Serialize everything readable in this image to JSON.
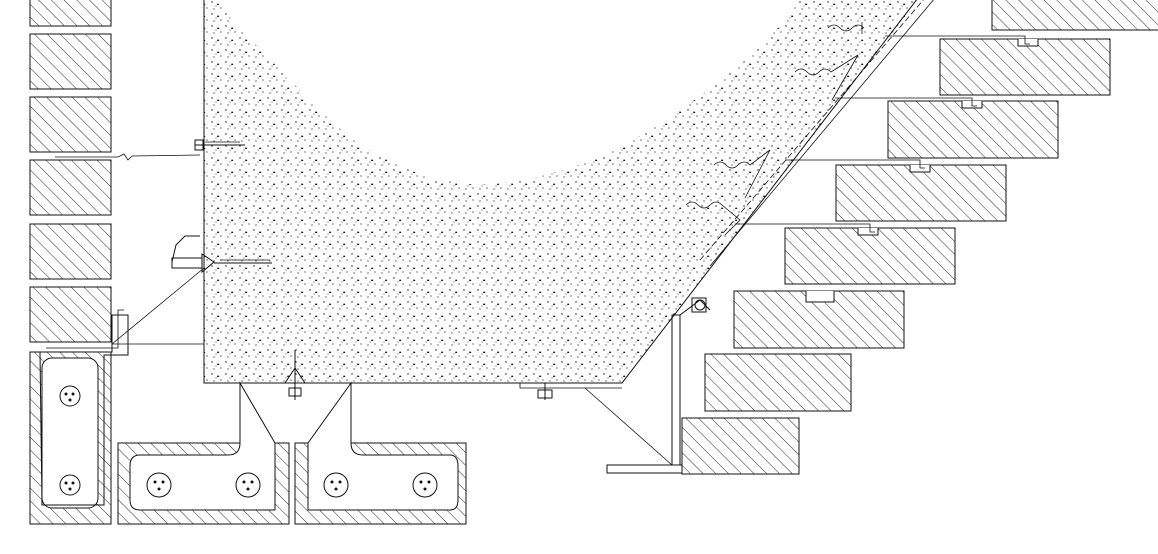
{
  "drawing": {
    "type": "construction-section-detail",
    "text_labels": [],
    "line_color": "#111111",
    "background": "#ffffff",
    "fills": {
      "masonry": "diagonal-hatch",
      "concrete": "stipple"
    }
  }
}
